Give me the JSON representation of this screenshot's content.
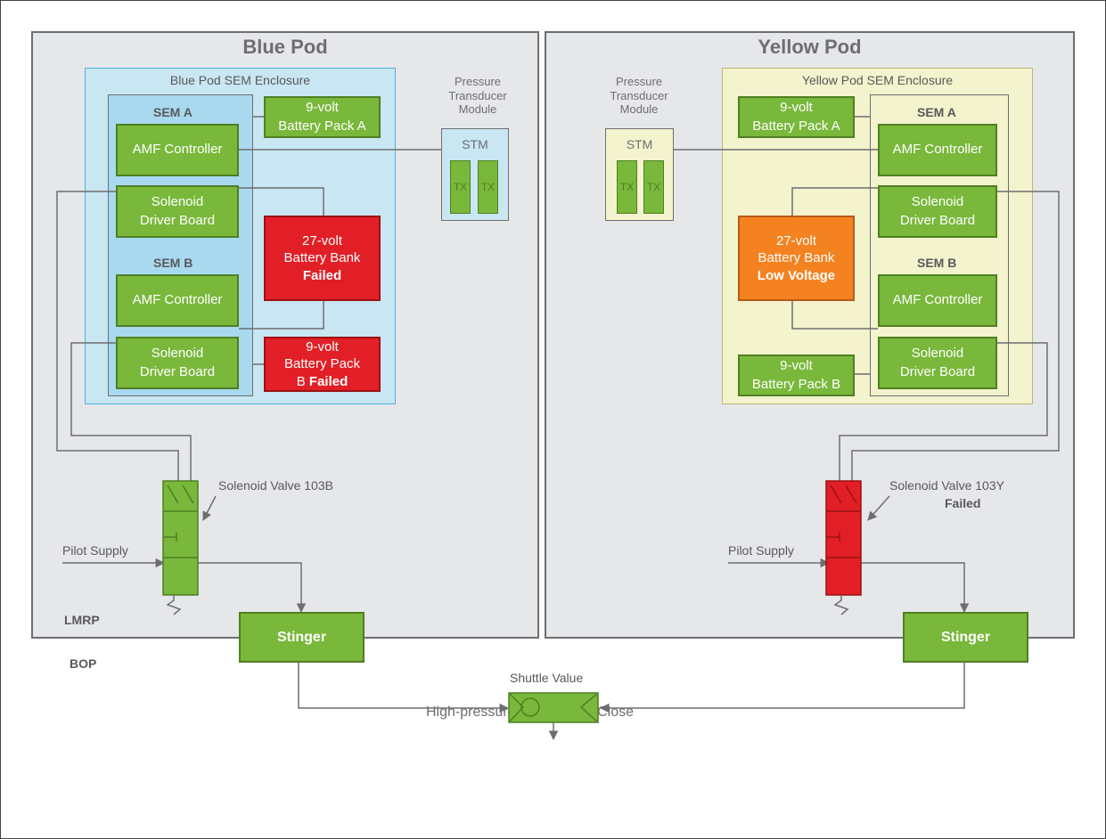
{
  "blue_pod": {
    "title": "Blue Pod",
    "enclosure_title": "Blue Pod SEM Enclosure",
    "sem_a": "SEM A",
    "sem_b": "SEM B",
    "battery_a_line1": "9-volt",
    "battery_a_line2": "Battery Pack A",
    "amf_a": "AMF Controller",
    "sdb_a_line1": "Solenoid",
    "sdb_a_line2": "Driver Board",
    "amf_b": "AMF Controller",
    "sdb_b_line1": "Solenoid",
    "sdb_b_line2": "Driver Board",
    "bank_line1": "27-volt",
    "bank_line2": "Battery Bank",
    "bank_status": "Failed",
    "pack_b_line1": "9-volt",
    "pack_b_line2": "Battery Pack",
    "pack_b_line3a": "B",
    "pack_b_status": "Failed",
    "ptm_line1": "Pressure",
    "ptm_line2": "Transducer",
    "ptm_line3": "Module",
    "stm": "STM",
    "tx1": "TX",
    "tx2": "TX",
    "valve_label": "Solenoid Valve 103B",
    "pilot_supply": "Pilot Supply",
    "stinger": "Stinger",
    "lmrp": "LMRP"
  },
  "yellow_pod": {
    "title": "Yellow Pod",
    "enclosure_title": "Yellow Pod SEM Enclosure",
    "sem_a": "SEM A",
    "sem_b": "SEM B",
    "battery_a_line1": "9-volt",
    "battery_a_line2": "Battery Pack A",
    "amf_a": "AMF Controller",
    "sdb_a_line1": "Solenoid",
    "sdb_a_line2": "Driver Board",
    "amf_b": "AMF Controller",
    "sdb_b_line1": "Solenoid",
    "sdb_b_line2": "Driver Board",
    "bank_line1": "27-volt",
    "bank_line2": "Battery Bank",
    "bank_status": "Low Voltage",
    "pack_b_line1": "9-volt",
    "pack_b_line2": "Battery Pack B",
    "ptm_line1": "Pressure",
    "ptm_line2": "Transducer",
    "ptm_line3": "Module",
    "stm": "STM",
    "tx1": "TX",
    "tx2": "TX",
    "valve_label": "Solenoid Valve 103Y",
    "valve_status": "Failed",
    "pilot_supply": "Pilot Supply",
    "stinger": "Stinger"
  },
  "bop": "BOP",
  "shuttle_valve": "Shuttle Value",
  "output": "High-pressure Blind Shear Close",
  "colors": {
    "ok_green": "#79b83b",
    "failed_red": "#e21f26",
    "low_voltage_orange": "#f58220",
    "blue_enclosure": "#c9e6f3",
    "yellow_enclosure": "#f3f3cd",
    "pod_gray": "#e6e7e9"
  }
}
